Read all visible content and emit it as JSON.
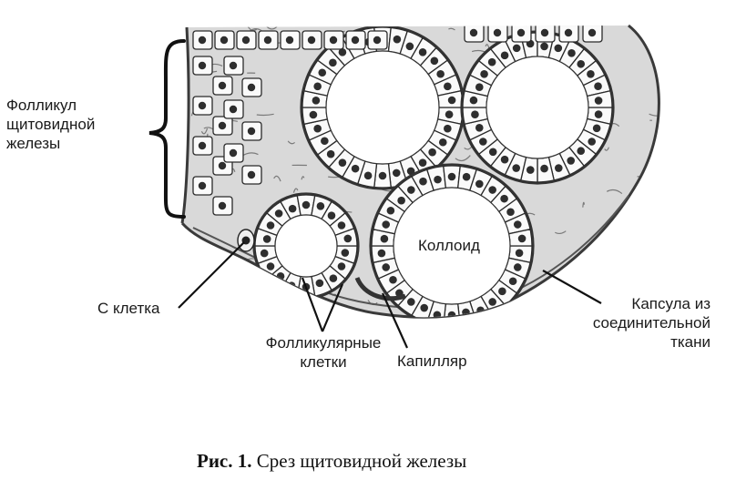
{
  "labels": {
    "follicle_line1": "Фолликул",
    "follicle_line2": "щитовидной",
    "follicle_line3": "железы",
    "c_cell": "С клетка",
    "follicular_line1": "Фолликулярные",
    "follicular_line2": "клетки",
    "capillary": "Капилляр",
    "colloid": "Коллоид",
    "capsule_line1": "Капсула из",
    "capsule_line2": "соединительной",
    "capsule_line3": "ткани"
  },
  "caption": {
    "prefix": "Рис. 1.",
    "text": "Срез щитовидной железы"
  },
  "colors": {
    "ink": "#1a1a1a",
    "tissue": "#6e6e6e",
    "background": "#ffffff"
  }
}
